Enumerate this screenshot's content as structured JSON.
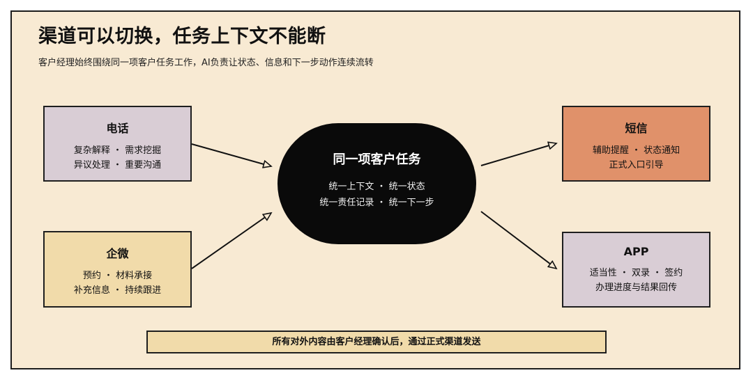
{
  "title": "渠道可以切换，任务上下文不能断",
  "subtitle": "客户经理始终围绕同一项客户任务工作，AI负责让状态、信息和下一步动作连续流转",
  "center": {
    "title": "同一项客户任务",
    "lines": [
      "统一上下文 ・ 统一状态",
      "统一责任记录 ・ 统一下一步"
    ]
  },
  "channels": {
    "phone": {
      "title": "电话",
      "lines": [
        "复杂解释 ・ 需求挖掘",
        "异议处理 ・ 重要沟通"
      ]
    },
    "wecom": {
      "title": "企微",
      "lines": [
        "预约 ・ 材料承接",
        "补充信息 ・ 持续跟进"
      ]
    },
    "sms": {
      "title": "短信",
      "lines": [
        "辅助提醒 ・ 状态通知",
        "正式入口引导"
      ]
    },
    "app": {
      "title": "APP",
      "lines": [
        "适当性 ・ 双录 ・ 签约",
        "办理进度与结果回传"
      ]
    }
  },
  "footer": "所有对外内容由客户经理确认后，通过正式渠道发送",
  "colors": {
    "background": "#f8ead3",
    "phone": "#d9cdd5",
    "wecom": "#f1dbaa",
    "sms": "#e0916a",
    "app": "#d9cdd5",
    "center": "#0a0a0a"
  }
}
